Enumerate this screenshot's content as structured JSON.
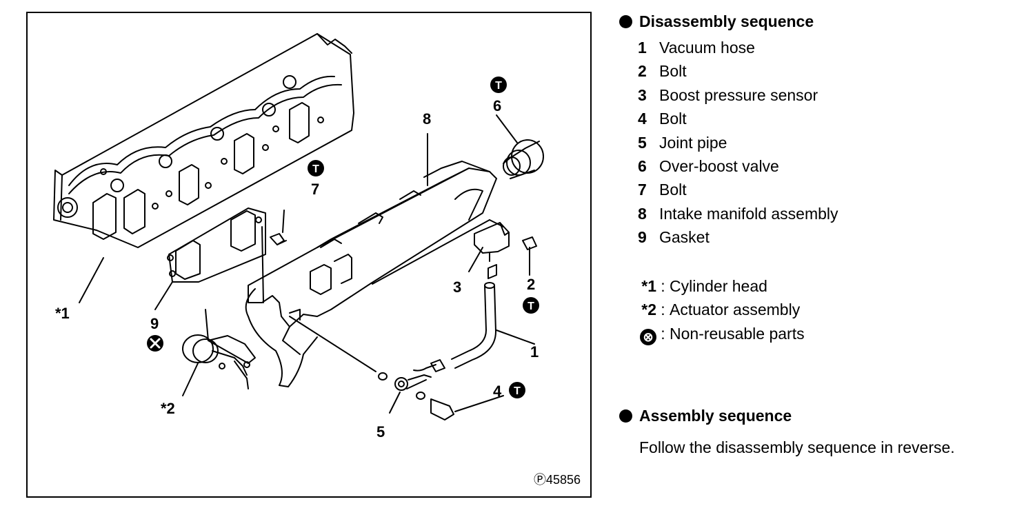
{
  "figure": {
    "callouts": {
      "c1": "*1",
      "c2": "*2",
      "n1": "1",
      "n2": "2",
      "n3": "3",
      "n4": "4",
      "n5": "5",
      "n6": "6",
      "n7": "7",
      "n8": "8",
      "n9": "9"
    },
    "tightening_symbol": "T",
    "figure_number": "Ⓟ45856"
  },
  "disassembly": {
    "heading": "Disassembly sequence",
    "parts": [
      {
        "num": "1",
        "name": "Vacuum hose"
      },
      {
        "num": "2",
        "name": "Bolt"
      },
      {
        "num": "3",
        "name": "Boost pressure sensor"
      },
      {
        "num": "4",
        "name": "Bolt"
      },
      {
        "num": "5",
        "name": "Joint pipe"
      },
      {
        "num": "6",
        "name": "Over-boost valve"
      },
      {
        "num": "7",
        "name": "Bolt"
      },
      {
        "num": "8",
        "name": "Intake manifold assembly"
      },
      {
        "num": "9",
        "name": "Gasket"
      }
    ],
    "notes": [
      {
        "symbol": "*1",
        "colon": ":",
        "text": "Cylinder head"
      },
      {
        "symbol": "*2",
        "colon": ":",
        "text": "Actuator assembly"
      },
      {
        "symbol": "⊗",
        "colon": ":",
        "text": "Non-reusable parts"
      }
    ]
  },
  "assembly": {
    "heading": "Assembly sequence",
    "text": "Follow the disassembly sequence in reverse."
  }
}
